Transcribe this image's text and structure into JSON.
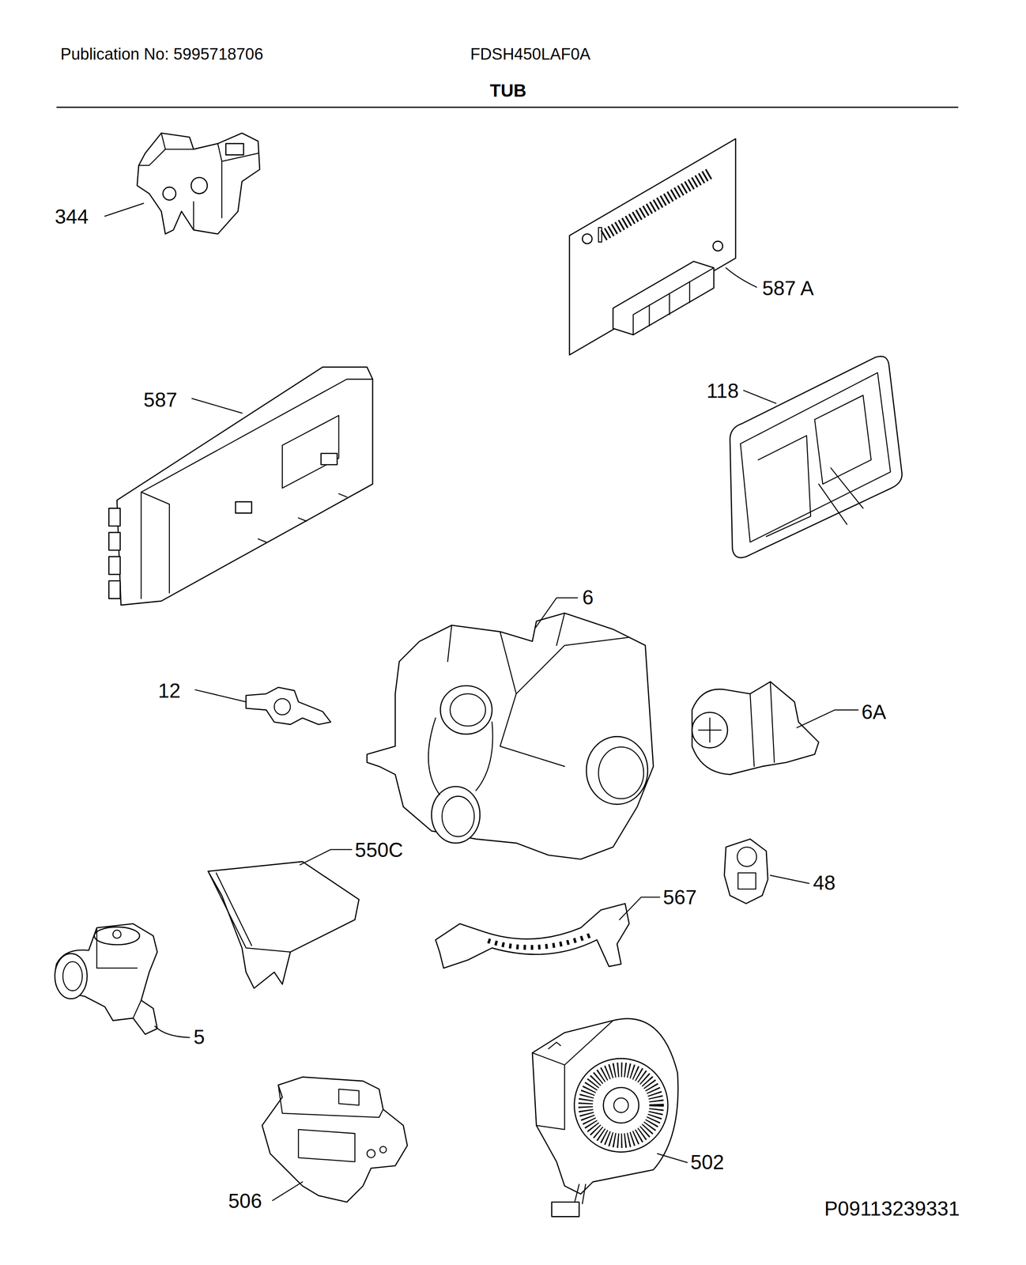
{
  "diagram": {
    "title": "TUB",
    "labels": [
      "Publication No: 5995718706",
      "FDSH450LAF0A",
      "344",
      "587 A",
      "587",
      "118",
      "6",
      "12",
      "6A",
      "550C",
      "48",
      "567",
      "5",
      "502",
      "506",
      "P09113239331"
    ]
  }
}
